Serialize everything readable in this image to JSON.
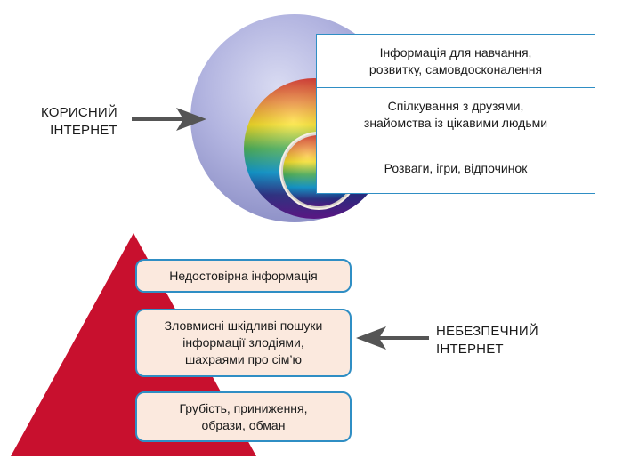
{
  "useful_internet": {
    "label_lines": [
      "КОРИСНИЙ",
      "ІНТЕРНЕТ"
    ],
    "items": [
      {
        "lines": [
          "Інформація для навчання,",
          "розвитку, самовдосконалення"
        ]
      },
      {
        "lines": [
          "Спілкування з друзями,",
          "знайомства із цікавими людьми"
        ]
      },
      {
        "lines": [
          "Розваги, ігри, відпочинок"
        ]
      }
    ]
  },
  "dangerous_internet": {
    "label_lines": [
      "НЕБЕЗПЕЧНИЙ",
      "ІНТЕРНЕТ"
    ],
    "items": [
      {
        "lines": [
          "Недостовірна інформація"
        ]
      },
      {
        "lines": [
          "Зловмисні шкідливі пошуки",
          "інформації злодіями,",
          "шахраями про сім’ю"
        ]
      },
      {
        "lines": [
          "Грубість, приниження,",
          "образи, обман"
        ]
      }
    ]
  },
  "colors": {
    "outer_circle": "#aeb0dd",
    "triangle": "#c8102e",
    "box_border": "#2f8ec4",
    "box_fill": "#fbe9de",
    "arrow": "#555555"
  }
}
